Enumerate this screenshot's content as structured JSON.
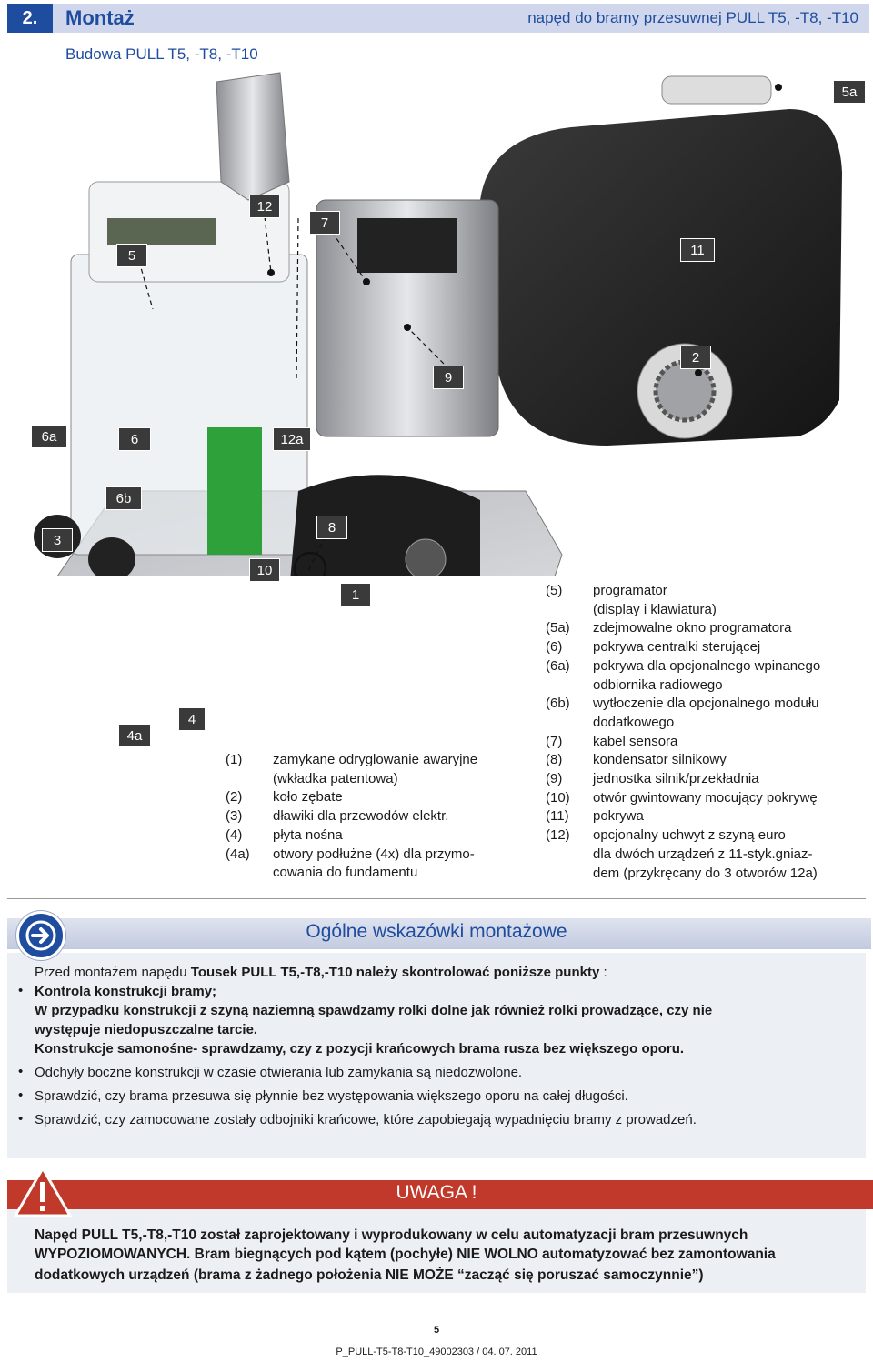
{
  "header": {
    "section_number": "2.",
    "section_title": "Montaż",
    "product": "napęd do bramy przesuwnej PULL T5, -T8, -T10"
  },
  "subtitle": "Budowa PULL T5, -T8, -T10",
  "photo_labels": [
    "5a",
    "12",
    "7",
    "5",
    "11",
    "9",
    "2",
    "6a",
    "6",
    "12a",
    "6b",
    "3",
    "8",
    "10",
    "1",
    "4a",
    "4"
  ],
  "legend_left": [
    {
      "key": "(1)",
      "text": "zamykane odryglowanie awaryjne"
    },
    {
      "key": "",
      "text": "(wkładka patentowa)"
    },
    {
      "key": "(2)",
      "text": "koło zębate"
    },
    {
      "key": "(3)",
      "text": "dławiki dla przewodów elektr."
    },
    {
      "key": "(4)",
      "text": "płyta nośna"
    },
    {
      "key": "(4a)",
      "text": "otwory podłużne (4x) dla przymo-"
    },
    {
      "key": "",
      "text": "cowania do fundamentu"
    }
  ],
  "legend_right": [
    {
      "key": "(5)",
      "text": "programator"
    },
    {
      "key": "",
      "text": "(display i klawiatura)"
    },
    {
      "key": "(5a)",
      "text": "zdejmowalne okno programatora"
    },
    {
      "key": "(6)",
      "text": "pokrywa centralki sterującej"
    },
    {
      "key": "(6a)",
      "text": "pokrywa dla opcjonalnego wpinanego"
    },
    {
      "key": "",
      "text": "odbiornika radiowego"
    },
    {
      "key": "(6b)",
      "text": "wytłoczenie dla opcjonalnego modułu"
    },
    {
      "key": "",
      "text": "dodatkowego"
    },
    {
      "key": "(7)",
      "text": "kabel sensora"
    },
    {
      "key": "(8)",
      "text": "kondensator silnikowy"
    },
    {
      "key": "(9)",
      "text": "jednostka silnik/przekładnia"
    },
    {
      "key": "(10)",
      "text": "otwór gwintowany mocujący pokrywę"
    },
    {
      "key": "(11)",
      "text": "pokrywa"
    },
    {
      "key": "(12)",
      "text": "opcjonalny uchwyt z szyną euro"
    },
    {
      "key": "",
      "text": "dla dwóch urządzeń z 11-styk.gniaz-"
    },
    {
      "key": "",
      "text": "dem (przykręcany do 3 otworów 12a)"
    }
  ],
  "guide": {
    "title": "Ogólne wskazówki montażowe",
    "intro_a": "Przed montażem napędu ",
    "intro_b": "Tousek PULL T5,-T8,-T10 należy skontrolować poniższe punkty",
    "intro_c": " :",
    "l1": "Kontrola konstrukcji bramy;",
    "l2": "W przypadku konstrukcji z szyną naziemną spawdzamy rolki dolne jak również rolki prowadzące, czy nie",
    "l3": "występuje niedopuszczalne tarcie.",
    "l4": "Konstrukcje samonośne- sprawdzamy, czy z pozycji krańcowych brama rusza bez większego oporu.",
    "l5": "Odchyły boczne konstrukcji w czasie otwierania lub zamykania są niedozwolone.",
    "l6": "Sprawdzić, czy brama przesuwa się płynnie bez występowania większego oporu na całej długości.",
    "l7": "Sprawdzić, czy zamocowane zostały odbojniki krańcowe, które zapobiegają wypadnięciu bramy z prowadzeń.",
    "bullet": "•"
  },
  "warning": {
    "title": "UWAGA !",
    "l1": "Napęd PULL T5,-T8,-T10 został zaprojektowany i wyprodukowany w celu automatyzacji bram przesuwnych",
    "l2": "WYPOZIOMOWANYCH. Bram biegnących pod kątem (pochyłe) NIE WOLNO automatyzować bez zamontowania",
    "l3": "dodatkowych urządzeń (brama z żadnego położenia NIE MOŻE “zacząć się poruszać samoczynnie”)"
  },
  "footer": {
    "page": "5",
    "code": "P_PULL-T5-T8-T10_49002303  /  04. 07. 2011"
  }
}
